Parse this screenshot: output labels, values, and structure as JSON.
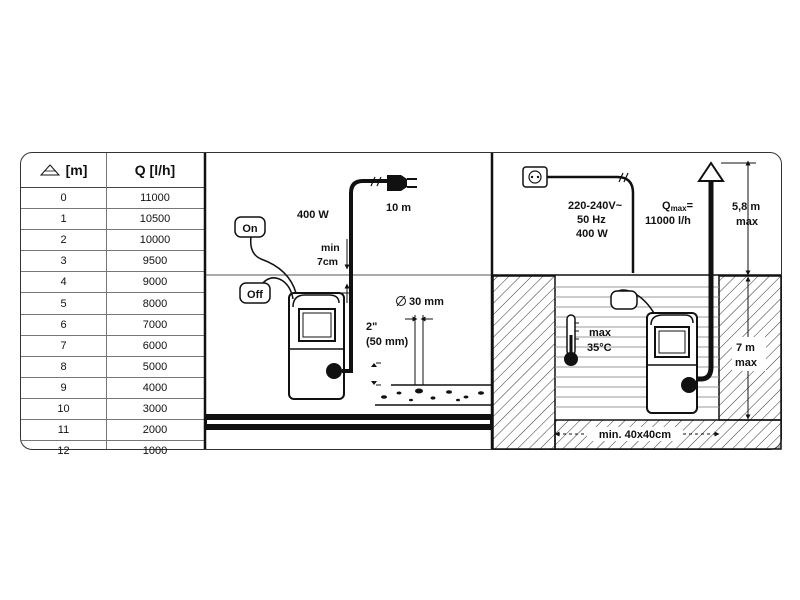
{
  "table": {
    "header_head": "[m]",
    "header_flow": "Q [l/h]",
    "rows": [
      {
        "head": "0",
        "flow": "11000"
      },
      {
        "head": "1",
        "flow": "10500"
      },
      {
        "head": "2",
        "flow": "10000"
      },
      {
        "head": "3",
        "flow": "9500"
      },
      {
        "head": "4",
        "flow": "9000"
      },
      {
        "head": "5",
        "flow": "8000"
      },
      {
        "head": "6",
        "flow": "7000"
      },
      {
        "head": "7",
        "flow": "6000"
      },
      {
        "head": "8",
        "flow": "5000"
      },
      {
        "head": "9",
        "flow": "4000"
      },
      {
        "head": "10",
        "flow": "3000"
      },
      {
        "head": "11",
        "flow": "2000"
      },
      {
        "head": "12",
        "flow": "1000"
      }
    ]
  },
  "left_diagram": {
    "on_label": "On",
    "off_label": "Off",
    "power": "400 W",
    "cable": "10 m",
    "min_label": "min",
    "min_value": "7cm",
    "pipe_diameter": "30 mm",
    "hose_inch": "2\"",
    "hose_mm": "(50 mm)"
  },
  "right_diagram": {
    "voltage": "220-240V~",
    "frequency": "50 Hz",
    "power": "400 W",
    "qmax_q": "Q",
    "qmax_sub": "max",
    "qmax_eq": "=",
    "qmax_value": "11000 l/h",
    "height_top": "5,8 m",
    "height_top_max": "max",
    "temp_max": "max",
    "temp_value": "35°C",
    "depth": "7 m",
    "depth_max": "max",
    "basin": "min. 40x40cm"
  }
}
